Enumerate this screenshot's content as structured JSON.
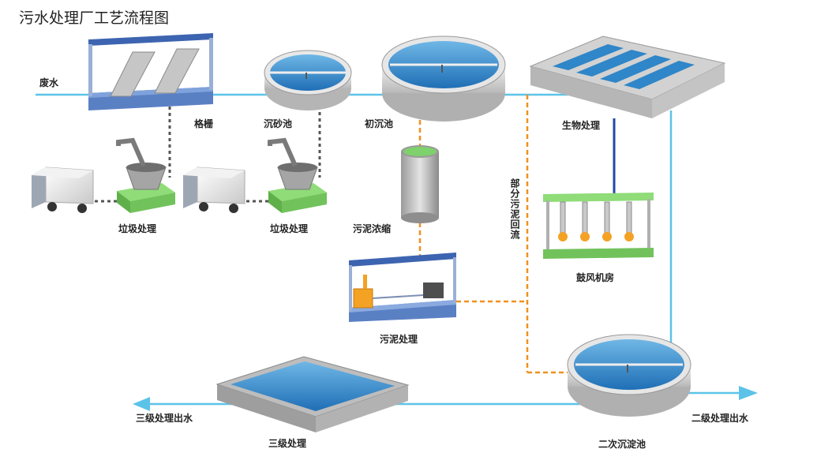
{
  "title": "污水处理厂工艺流程图",
  "labels": {
    "inflow": "废水",
    "screen": "格栅",
    "grit_chamber": "沉砂池",
    "primary_clarifier": "初沉池",
    "bio_treatment": "生物处理",
    "waste_treatment_1": "垃圾处理",
    "waste_treatment_2": "垃圾处理",
    "sludge_thickening": "污泥浓缩",
    "blower_room": "鼓风机房",
    "sludge_treatment": "污泥处理",
    "sludge_return": "部分污泥回流",
    "tertiary_treatment": "三级处理",
    "tertiary_outflow": "三级处理出水",
    "secondary_clarifier": "二次沉淀池",
    "secondary_outflow": "二级处理出水"
  },
  "colors": {
    "water_line": "#5cc3e8",
    "sludge_line": "#f0901e",
    "waste_line": "#555555",
    "air_line": "#1f4aa8",
    "water_fill": "#2f86c8",
    "frame_blue": "#4a70b8",
    "green_block": "#7fd36a"
  }
}
